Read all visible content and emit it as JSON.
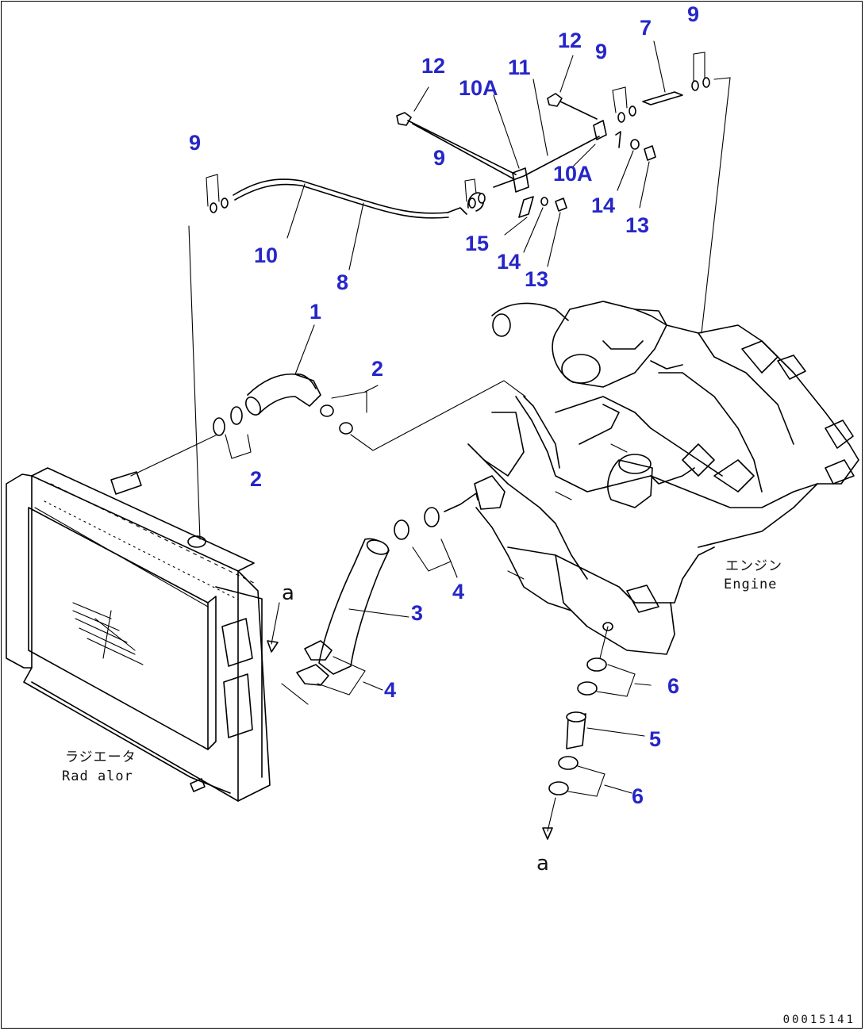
{
  "callouts": {
    "c1": "1",
    "c2a": "2",
    "c2b": "2",
    "c3": "3",
    "c4a": "4",
    "c4b": "4",
    "c5": "5",
    "c6a": "6",
    "c6b": "6",
    "c7": "7",
    "c8": "8",
    "c9a": "9",
    "c9b": "9",
    "c9c": "9",
    "c9d": "9",
    "c10": "10",
    "c10a1": "10A",
    "c10a2": "10A",
    "c11": "11",
    "c12a": "12",
    "c12b": "12",
    "c13a": "13",
    "c13b": "13",
    "c14a": "14",
    "c14b": "14",
    "c15": "15"
  },
  "labels": {
    "radiator_jp": "ラジエータ",
    "radiator_en": "Rad alor",
    "engine_jp": "エンジン",
    "engine_en": "Engine",
    "ref_a_top": "a",
    "ref_a_bottom": "a"
  },
  "document_number": "00015141",
  "colors": {
    "callout": "#2626c8",
    "line": "#000000",
    "background": "#ffffff"
  }
}
